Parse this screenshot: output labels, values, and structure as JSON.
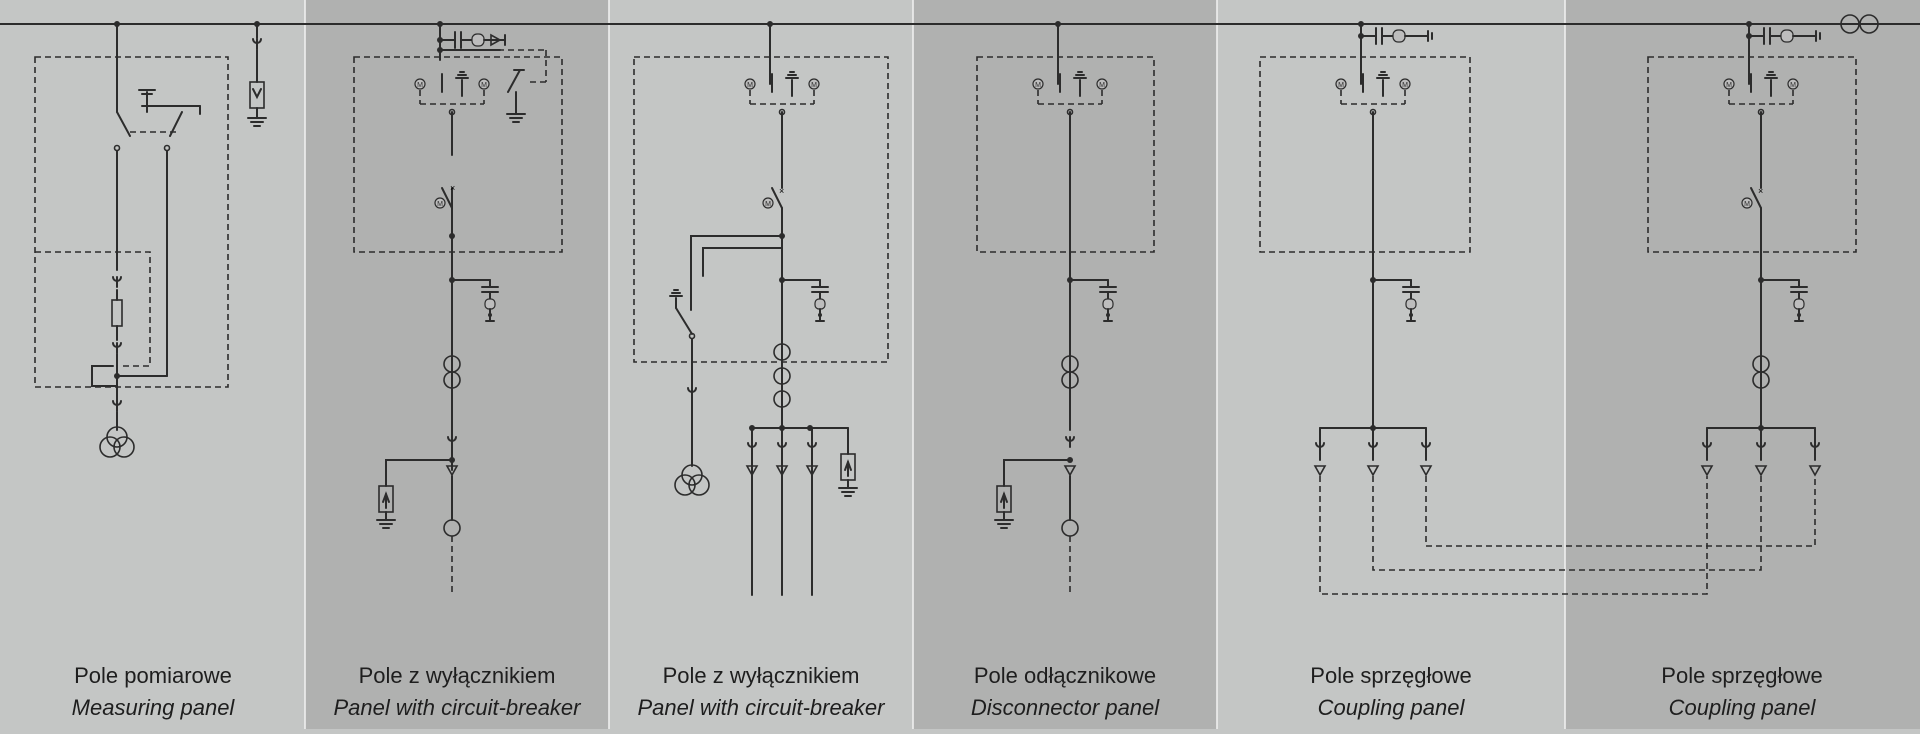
{
  "panels": [
    {
      "title_pl": "Pole pomiarowe",
      "title_en": "Measuring panel"
    },
    {
      "title_pl": "Pole z wyłącznikiem",
      "title_en": "Panel with circuit-breaker"
    },
    {
      "title_pl": "Pole z wyłącznikiem",
      "title_en": "Panel with circuit-breaker"
    },
    {
      "title_pl": "Pole odłącznikowe",
      "title_en": "Disconnector panel"
    },
    {
      "title_pl": "Pole sprzęgłowe",
      "title_en": "Coupling panel"
    },
    {
      "title_pl": "Pole sprzęgłowe",
      "title_en": "Coupling panel"
    }
  ],
  "symbols": {
    "motor": "M"
  },
  "colors": {
    "panel_light": "#c4c6c5",
    "panel_dark": "#b0b1b0",
    "line": "#2c2c2c"
  }
}
